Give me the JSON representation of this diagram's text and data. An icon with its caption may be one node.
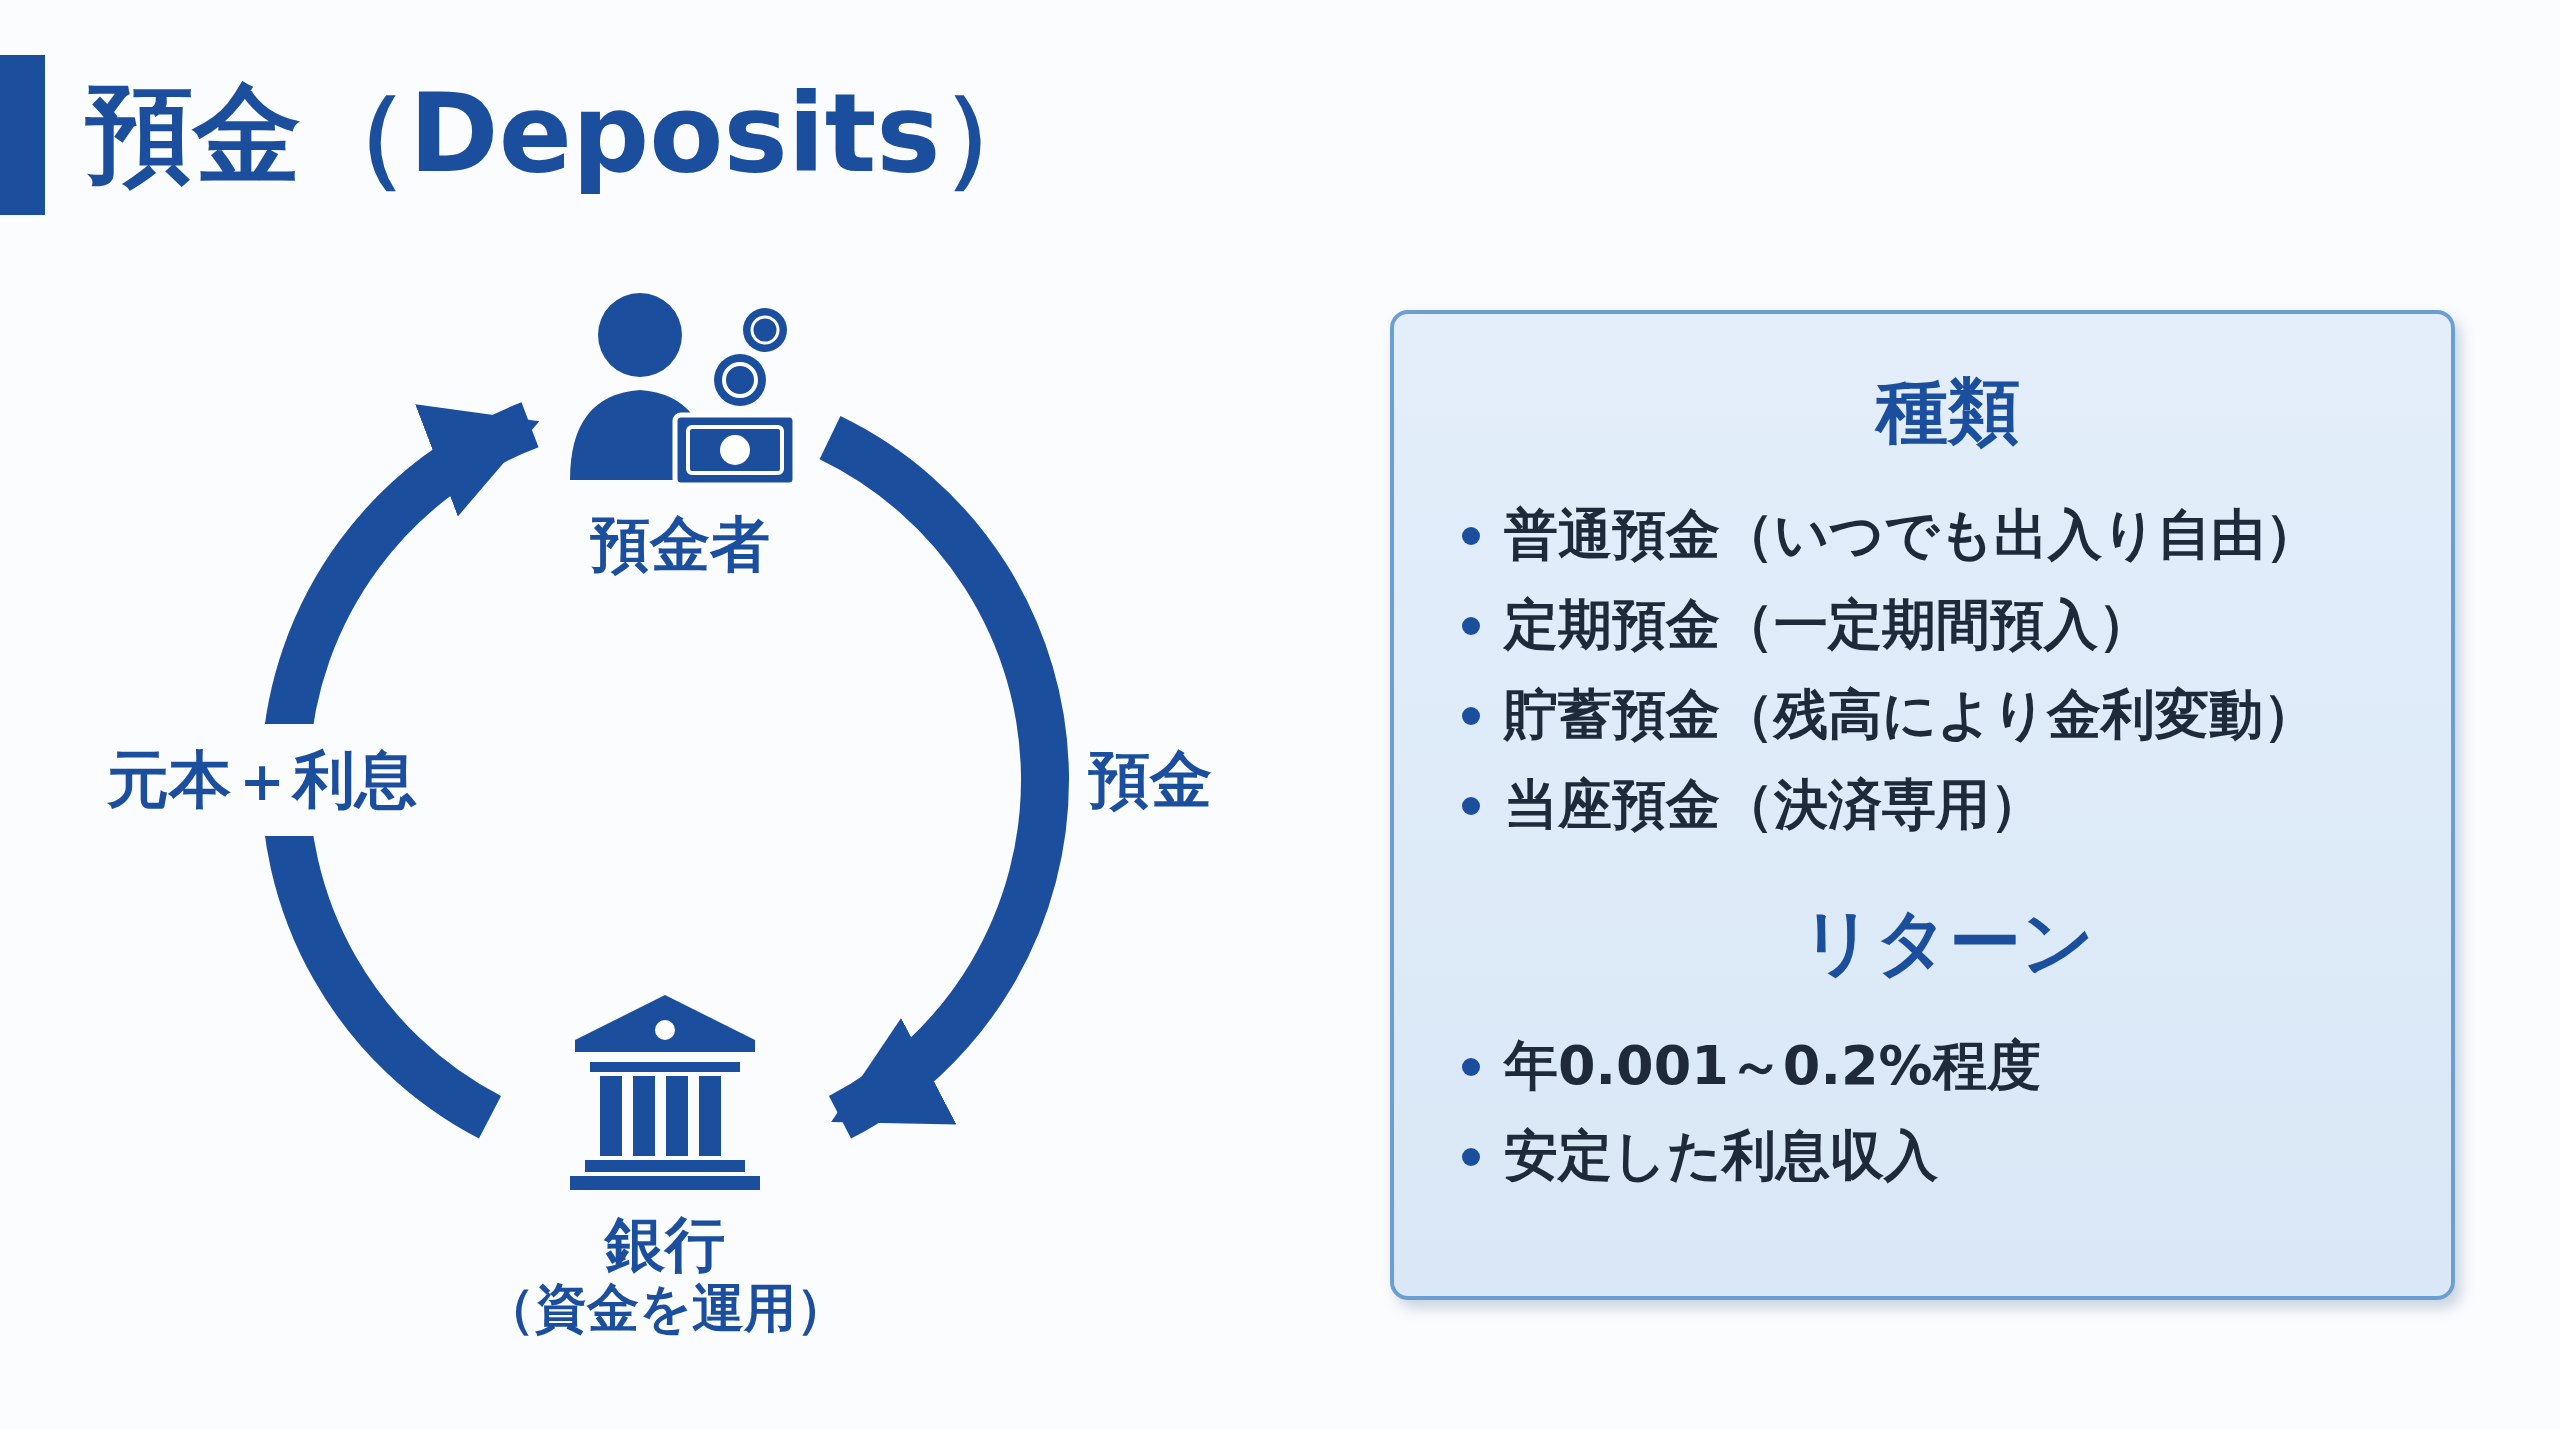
{
  "diagram": {
    "title": "預金（Deposits）",
    "nodes": [
      {
        "text": [
          "預金者"
        ]
      },
      {
        "text": [
          "銀行",
          "（資金を運用）"
        ]
      },
      {
        "text": [
          "種類",
          "普通預金（いつでも出入り自由）",
          "定期預金（一定期間預入）",
          "貯蓄預金（残高により金利変動）",
          "当座預金（決済専用）",
          "リターン",
          "年0.001～0.2%程度",
          "安定した利息収入"
        ]
      }
    ],
    "edges": [
      {
        "from": 0,
        "to": 1,
        "arrow": "to",
        "label": "預金"
      },
      {
        "from": 1,
        "to": 0,
        "arrow": "to",
        "label": "元本＋利息"
      }
    ]
  }
}
